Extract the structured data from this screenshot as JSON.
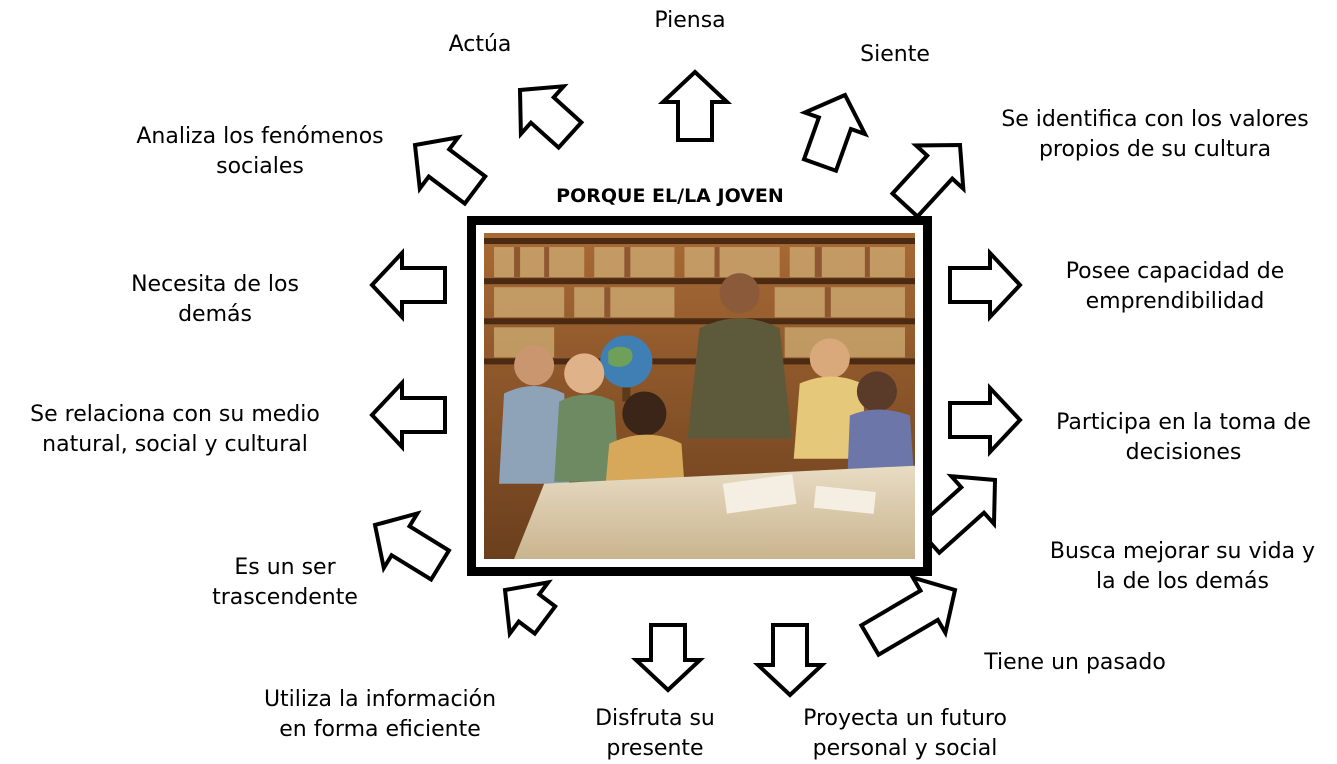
{
  "heading": "PORQUE EL/LA JOVEN",
  "photo": {
    "alt": "Docente conversando con estudiantes en una biblioteca"
  },
  "arrow_style": {
    "fill": "#ffffff",
    "stroke": "#000000"
  },
  "labels": {
    "piensa": "Piensa",
    "siente": "Siente",
    "identifica": "Se identifica con los valores\npropios de su cultura",
    "emprendibilidad": "Posee capacidad de\nemprendibilidad",
    "decisiones": "Participa en la toma de\ndecisiones",
    "mejorar": "Busca mejorar su vida y\nla de los demás",
    "pasado": "Tiene un pasado",
    "futuro": "Proyecta un futuro\npersonal y social",
    "presente": "Disfruta su\npresente",
    "informacion": "Utiliza la información\nen forma eficiente",
    "trascendente": "Es un ser\ntrascendente",
    "relaciona": "Se relaciona con su medio\nnatural, social y cultural",
    "necesita": "Necesita de los\ndemás",
    "analiza": "Analiza  los fenómenos\nsociales",
    "actua": "Actúa"
  }
}
